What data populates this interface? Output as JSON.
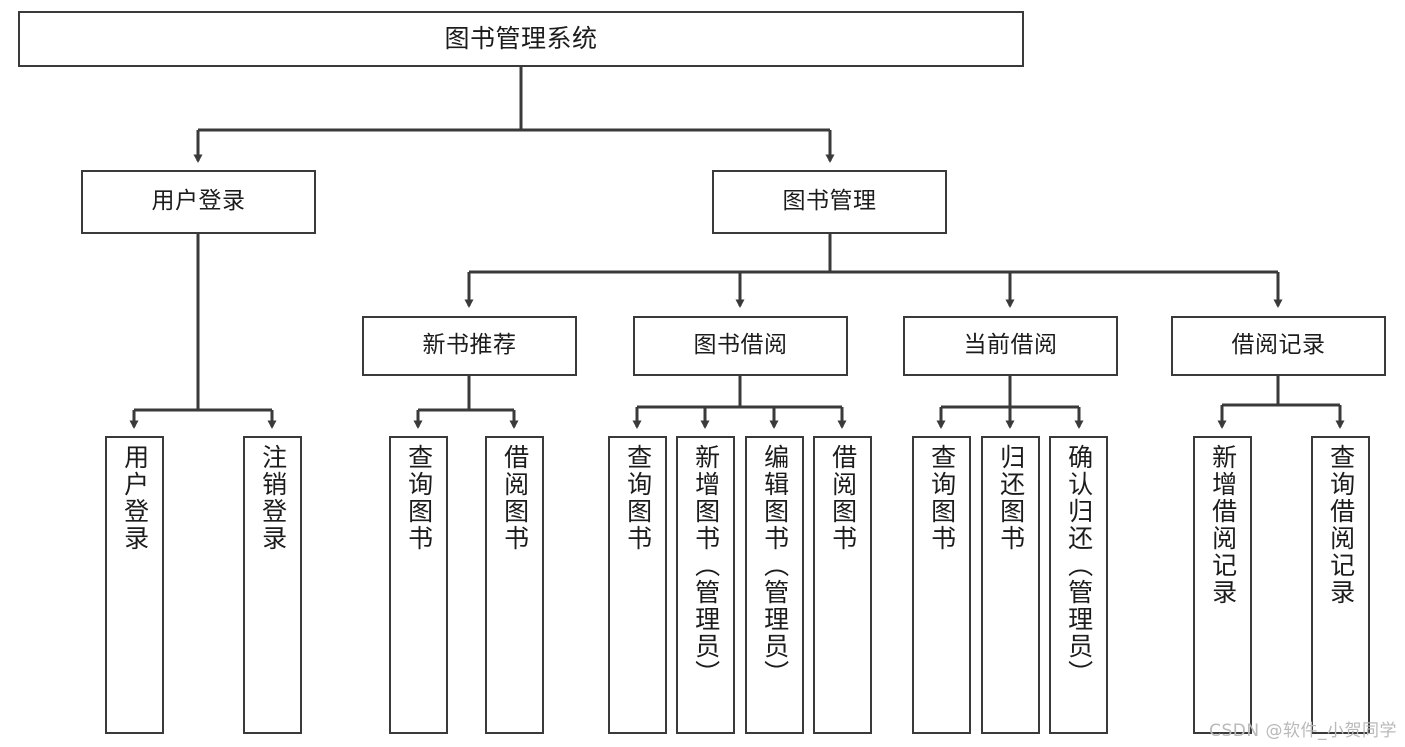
{
  "diagram": {
    "type": "tree-hierarchy",
    "title": "图书管理系统",
    "orientation": "top-down",
    "colors": {
      "node_border": "#3a3a3a",
      "node_fill": "#ffffff",
      "edge": "#3a3a3a",
      "text": "#1c1c1c",
      "watermark": "#b9b9b9",
      "background": "#ffffff"
    },
    "watermark": "CSDN @软件_小贺同学"
  },
  "nodes": {
    "root": {
      "label": "图书管理系统"
    },
    "level2": [
      {
        "label": "用户登录"
      },
      {
        "label": "图书管理"
      }
    ],
    "level3": [
      {
        "label": "新书推荐"
      },
      {
        "label": "图书借阅"
      },
      {
        "label": "当前借阅"
      },
      {
        "label": "借阅记录"
      }
    ],
    "leaves": {
      "user_login": [
        {
          "label": "用户登录"
        },
        {
          "label": "注销登录"
        }
      ],
      "new_book_rec": [
        {
          "label": "查询图书"
        },
        {
          "label": "借阅图书"
        }
      ],
      "book_borrow": [
        {
          "label": "查询图书"
        },
        {
          "label": "新增图书（管理员）"
        },
        {
          "label": "编辑图书（管理员）"
        },
        {
          "label": "借阅图书"
        }
      ],
      "current_borrow": [
        {
          "label": "查询图书"
        },
        {
          "label": "归还图书"
        },
        {
          "label": "确认归还（管理员）"
        }
      ],
      "borrow_record": [
        {
          "label": "新增借阅记录"
        },
        {
          "label": "查询借阅记录"
        }
      ]
    }
  }
}
